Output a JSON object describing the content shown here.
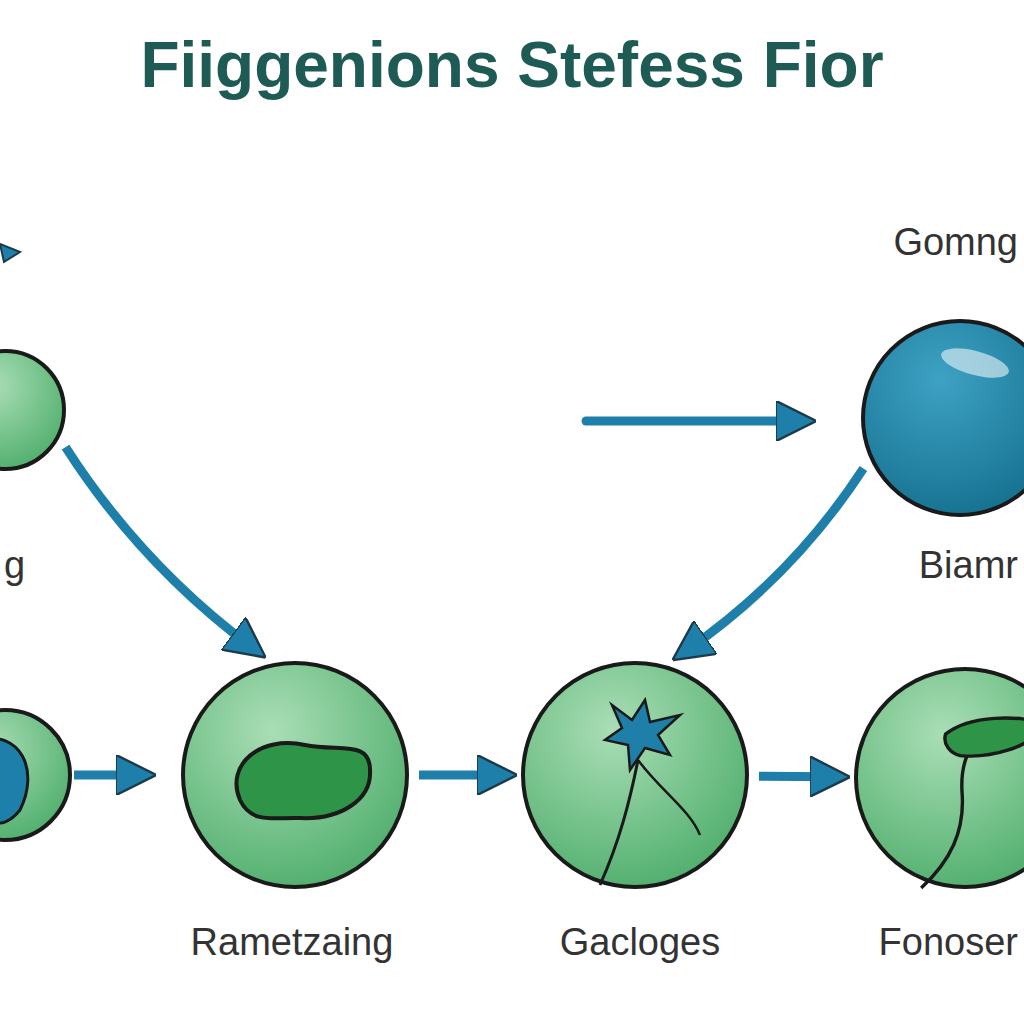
{
  "diagram": {
    "title": "Fiiggenions Stefess Fior",
    "nodes": [
      {
        "text": [
          "g"
        ]
      },
      {
        "text": [
          "Gomng",
          "Biamr"
        ]
      },
      {
        "text": [
          "Rametzaing"
        ]
      },
      {
        "text": [
          "Gacloges"
        ]
      },
      {
        "text": [
          "Fonoser"
        ]
      }
    ],
    "edges": [
      {
        "from": 0,
        "to": 2,
        "arrow": "to"
      },
      {
        "from": 1,
        "to": 3,
        "arrow": "to"
      },
      {
        "from": 2,
        "to": 3,
        "arrow": "to"
      },
      {
        "from": 3,
        "to": 4,
        "arrow": "to"
      }
    ]
  }
}
